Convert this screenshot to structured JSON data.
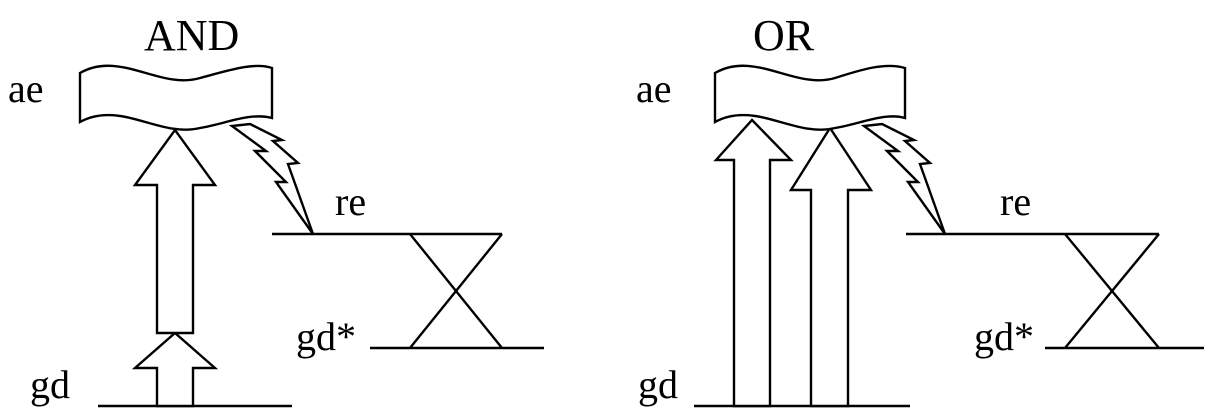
{
  "panels": [
    {
      "title": "AND",
      "labels": {
        "ae": "ae",
        "re": "re",
        "gd_star": "gd*",
        "gd": "gd"
      }
    },
    {
      "title": "OR",
      "labels": {
        "ae": "ae",
        "re": "re",
        "gd_star": "gd*",
        "gd": "gd"
      }
    }
  ],
  "colors": {
    "ink": "#000000",
    "background": "#ffffff"
  }
}
